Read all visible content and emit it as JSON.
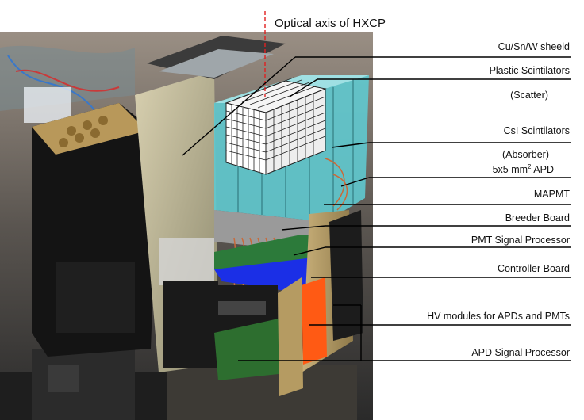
{
  "axis_label": "Optical axis of HXCP",
  "labels": {
    "shield": "Cu/Sn/W sheeld",
    "plastic": "Plastic Scintilators",
    "scatter": "(Scatter)",
    "csi": "CsI Scintilators",
    "absorber": "(Absorber)",
    "apd_prefix": "5x5 mm",
    "apd_sup": "2",
    "apd_suffix": " APD",
    "mapmt": "MAPMT",
    "breeder": "Breeder Board",
    "pmt_signal": "PMT Signal Processor",
    "controller": "Controller Board",
    "hv": "HV modules for APDs and PMTs",
    "apd_signal": "APD Signal Processor"
  },
  "colors": {
    "cyan": "#5fc9cf",
    "blue_board": "#1b2fe6",
    "green_board": "#2c7a3a",
    "orange_module": "#ff5a14",
    "brass": "#b59b62",
    "axis_line": "#e02020"
  }
}
